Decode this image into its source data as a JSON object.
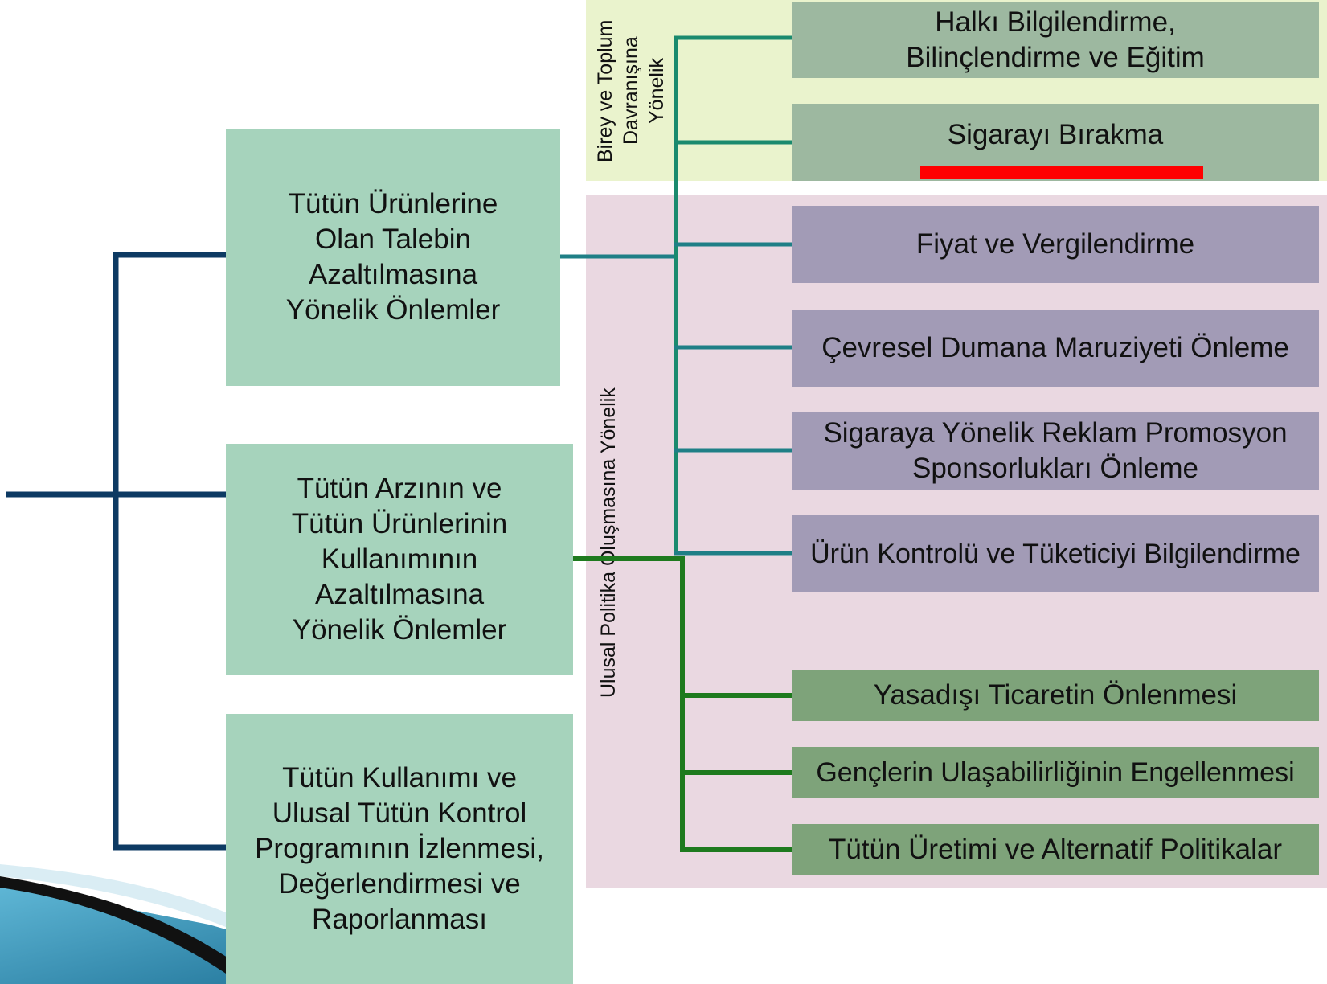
{
  "bands": {
    "individual": {
      "label": "Birey ve Toplum\nDavranışına\nYönelik"
    },
    "national": {
      "label": "Ulusal Politika Oluşmasına Yönelik"
    }
  },
  "main_boxes": [
    {
      "id": "demand",
      "text": "Tütün Ürünlerine\nOlan Talebin\nAzaltılmasına\nYönelik Önlemler"
    },
    {
      "id": "supply",
      "text": "Tütün Arzının ve\nTütün Ürünlerinin\nKullanımının\nAzaltılmasına\nYönelik Önlemler"
    },
    {
      "id": "monitoring",
      "text": "Tütün Kullanımı ve\nUlusal Tütün Kontrol\nProgramının İzlenmesi,\nDeğerlendirmesi ve\nRaporlanması"
    }
  ],
  "leaves": [
    {
      "text": "Halkı Bilgilendirme,\nBilinçlendirme ve Eğitim",
      "group": "demand-individual"
    },
    {
      "text": "Sigarayı Bırakma",
      "group": "demand-individual",
      "highlighted": true
    },
    {
      "text": "Fiyat ve Vergilendirme",
      "group": "demand-national"
    },
    {
      "text": "Çevresel Dumana Maruziyeti Önleme",
      "group": "demand-national"
    },
    {
      "text": "Sigaraya Yönelik Reklam Promosyon\nSponsorlukları Önleme",
      "group": "demand-national"
    },
    {
      "text": "Ürün Kontrolü ve Tüketiciyi Bilgilendirme",
      "group": "demand-national"
    },
    {
      "text": "Yasadışı Ticaretin Önlenmesi",
      "group": "supply"
    },
    {
      "text": "Gençlerin Ulaşabilirliğinin Engellenmesi",
      "group": "supply"
    },
    {
      "text": "Tütün Üretimi ve Alternatif Politikalar",
      "group": "supply"
    }
  ],
  "colors": {
    "main_box": "#a6d3bc",
    "leaf_individual": "#9db8a0",
    "leaf_national": "#a29bb6",
    "leaf_supply": "#7ea37a",
    "band_individual": "#eaf3cd",
    "band_national": "#ead8e1",
    "connector_root": "#0d3a63",
    "connector_demand": "#1a8a6e",
    "connector_supply": "#1e7a1e",
    "highlight": "#ff0000"
  }
}
